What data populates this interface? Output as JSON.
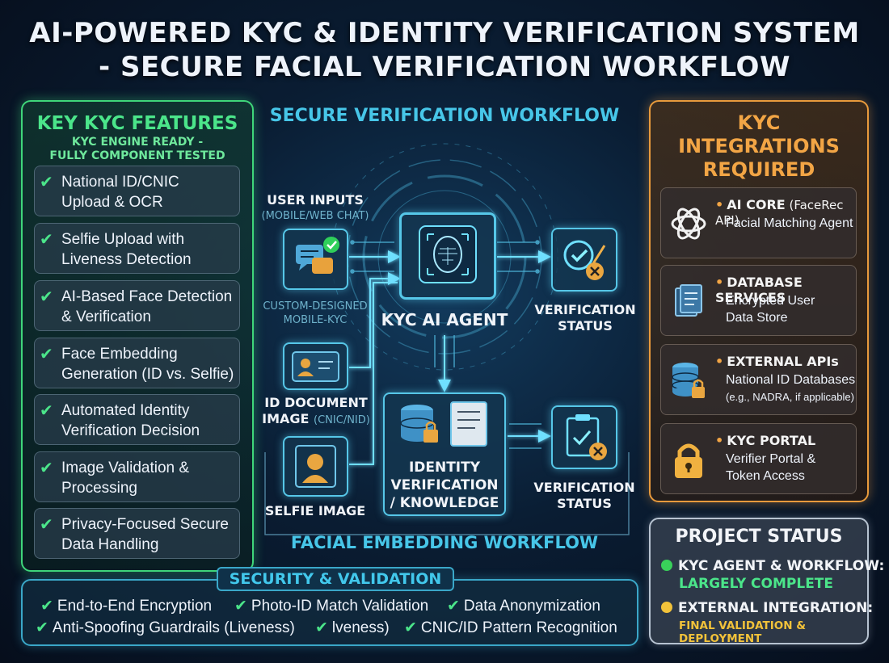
{
  "title": {
    "line1": "AI-POWERED KYC & IDENTITY VERIFICATION SYSTEM",
    "line2": "- SECURE FACIAL VERIFICATION WORKFLOW"
  },
  "left_panel": {
    "title": "KEY KYC FEATURES",
    "subtitle_line1": "KYC ENGINE READY -",
    "subtitle_line2": "FULLY COMPONENT TESTED",
    "features": [
      {
        "line1": "National ID/CNIC",
        "line2": "Upload & OCR"
      },
      {
        "line1": "Selfie Upload with",
        "line2": "Liveness Detection"
      },
      {
        "line1": "AI-Based Face Detection",
        "line2": "& Verification"
      },
      {
        "line1": "Face Embedding",
        "line2": "Generation (ID vs. Selfie)"
      },
      {
        "line1": "Automated Identity",
        "line2": "Verification Decision"
      },
      {
        "line1": "Image Validation &",
        "line2": "Processing"
      },
      {
        "line1": "Privacy-Focused Secure",
        "line2": "Data Handling"
      }
    ]
  },
  "center": {
    "top_title": "SECURE VERIFICATION WORKFLOW",
    "bottom_title": "FACIAL EMBEDDING WORKFLOW",
    "user_inputs": "USER INPUTS",
    "user_inputs_sub": "(MOBILE/WEB CHAT)",
    "custom_line1": "CUSTOM-DESIGNED",
    "custom_line2": "MOBILE-KYC",
    "agent_label": "KYC AI AGENT",
    "verification_status_1_line1": "VERIFICATION",
    "verification_status_1_line2": "STATUS",
    "id_doc_line1": "ID DOCUMENT",
    "id_doc_line2_main": "IMAGE ",
    "id_doc_line2_sub": "(CNIC/NID)",
    "selfie_label": "SELFIE IMAGE",
    "identity_line1": "IDENTITY",
    "identity_line2": "VERIFICATION",
    "identity_line3": "/ KNOWLEDGE",
    "verification_status_2_line1": "VERIFICATION",
    "verification_status_2_line2": "STATUS"
  },
  "right_panel": {
    "title_line1": "KYC",
    "title_line2": "INTEGRATIONS",
    "title_line3": "REQUIRED",
    "items": [
      {
        "head": "AI CORE",
        "head_light": " (FaceRec API)",
        "desc1": "Facial Matching Agent",
        "desc2": "",
        "icon": "openai-knot-icon"
      },
      {
        "head": "DATABASE SERVICES",
        "head_light": "",
        "desc1": "Encrypted User",
        "desc2": "Data Store",
        "icon": "documents-icon"
      },
      {
        "head": "EXTERNAL APIs",
        "head_light": "",
        "desc1": "National ID Databases",
        "desc2": "(e.g., NADRA, if applicable)",
        "icon": "database-lock-icon"
      },
      {
        "head": "KYC PORTAL",
        "head_light": "",
        "desc1": "Verifier Portal &",
        "desc2": "Token Access",
        "icon": "padlock-icon"
      }
    ]
  },
  "status": {
    "title": "PROJECT STATUS",
    "item1_head": "KYC AGENT & WORKFLOW:",
    "item1_value": "LARGELY COMPLETE",
    "item2_head": "EXTERNAL INTEGRATION:",
    "item2_value": "FINAL VALIDATION & DEPLOYMENT"
  },
  "security": {
    "title": "SECURITY & VALIDATION",
    "row1": [
      "End-to-End Encryption",
      "Photo-ID Match Validation",
      "Data Anonymization"
    ],
    "row2": [
      "Anti-Spoofing Guardrails (Liveness)",
      "lveness)",
      "CNIC/ID Pattern Recognition"
    ]
  },
  "colors": {
    "green": "#4be58a",
    "cyan": "#47c6e8",
    "orange": "#f2a545",
    "status_green": "#39d05a",
    "status_yellow": "#f2c23a"
  }
}
